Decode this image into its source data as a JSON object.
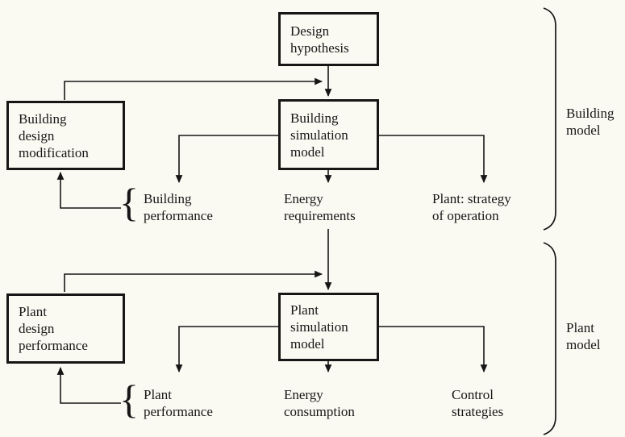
{
  "colors": {
    "background": "#fbfaf2",
    "ink": "#161616"
  },
  "boxes": {
    "design_hypothesis": "Design\nhypothesis",
    "building_simulation_model": "Building\nsimulation\nmodel",
    "building_design_modification": "Building\ndesign\nmodification",
    "plant_simulation_model": "Plant\nsimulation\nmodel",
    "plant_design_performance": "Plant\ndesign\nperformance"
  },
  "labels": {
    "building_performance": "Building\nperformance",
    "energy_requirements": "Energy\nrequirements",
    "plant_strategy_of_operation": "Plant: strategy\nof operation",
    "plant_performance": "Plant\nperformance",
    "energy_consumption": "Energy\nconsumption",
    "control_strategies": "Control\nstrategies",
    "building_model_group": "Building\nmodel",
    "plant_model_group": "Plant\nmodel"
  },
  "icons": {
    "left_brace": "{"
  }
}
